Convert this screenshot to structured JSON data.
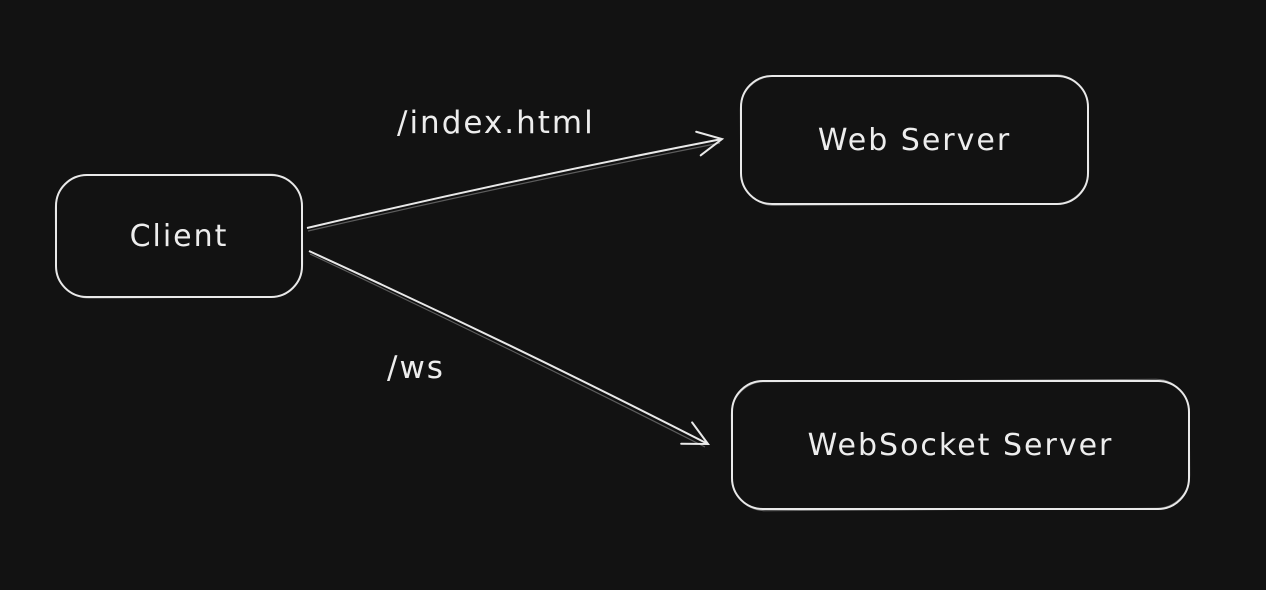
{
  "diagram": {
    "background_color": "#121212",
    "stroke_color": "#e9e9e9",
    "nodes": [
      {
        "id": "client",
        "label": "Client"
      },
      {
        "id": "web-server",
        "label": "Web Server"
      },
      {
        "id": "websocket-server",
        "label": "WebSocket Server"
      }
    ],
    "edges": [
      {
        "from": "client",
        "to": "web-server",
        "label": "/index.html"
      },
      {
        "from": "client",
        "to": "websocket-server",
        "label": "/ws"
      }
    ]
  }
}
